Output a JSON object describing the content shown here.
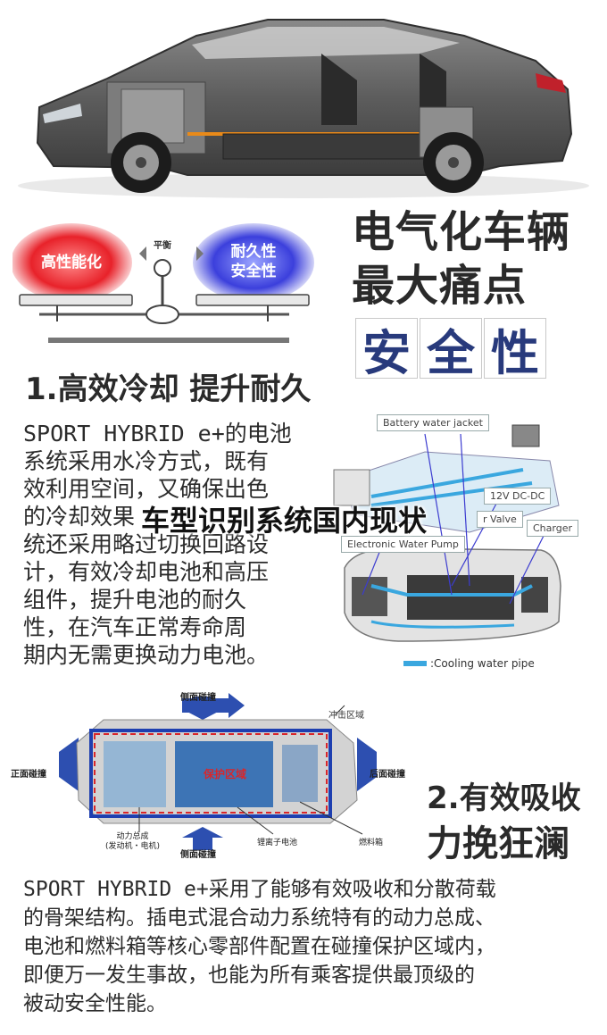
{
  "hero": {
    "headline_1": "电气化车辆",
    "headline_2": "最大痛点",
    "safety_chars": [
      "安",
      "全",
      "性"
    ]
  },
  "balance": {
    "left": "高性能化",
    "right_line1": "耐久性",
    "right_line2": "安全性",
    "center": "平衡"
  },
  "section1": {
    "heading": "1.高效冷却 提升耐久",
    "paragraph_lines": [
      "SPORT HYBRID e+的电池",
      "系统采用水冷方式，既有",
      "效利用空间，又确保出色",
      "的冷却效果",
      "统还采用略过切换回路设",
      "计，有效冷却电池和高压",
      "组件，提升电池的耐久",
      "性，在汽车正常寿命周",
      "期内无需更换动力电池。"
    ]
  },
  "overlay_title": "车型识别系统国内现状",
  "cooling_diagram": {
    "labels": [
      "Battery water jacket",
      "12V DC-DC",
      "Charger",
      "Electronic Water Pump",
      "r Valve"
    ],
    "legend": ":Cooling water pipe"
  },
  "crash_diagram": {
    "labels": {
      "side_top": "侧面碰撞",
      "side_bottom": "侧面碰撞",
      "front": "正面碰撞",
      "rear": "后面碰撞",
      "crumple": "冲击区域",
      "protect": "保护区域",
      "powertrain_1": "动力总成",
      "powertrain_2": "(发动机・电机)",
      "battery": "锂离子电池",
      "fuel_tank": "燃料箱"
    }
  },
  "section2": {
    "heading_1": "2.有效吸收",
    "heading_2": "力挽狂澜",
    "paragraph_lines": [
      "SPORT HYBRID e+采用了能够有效吸收和分散荷载",
      "的骨架结构。插电式混合动力系统特有的动力总成、",
      "电池和燃料箱等核心零部件配置在碰撞保护区域内，",
      "即便万一发生事故，也能为所有乘客提供最顶级的",
      "被动安全性能。"
    ]
  },
  "colors": {
    "accent_blue": "#283a7c",
    "heading_black": "#2a2a2a",
    "protect_red": "#d9262b"
  }
}
